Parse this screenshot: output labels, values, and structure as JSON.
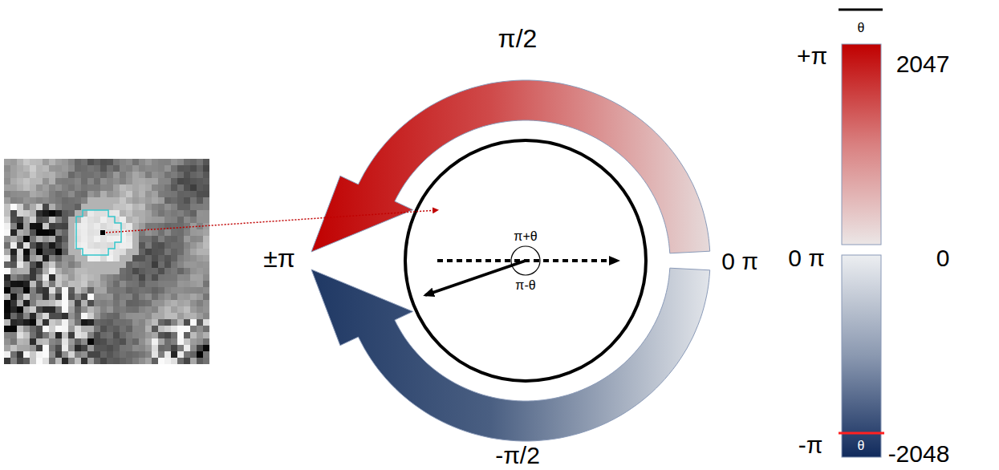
{
  "diagram": {
    "labels": [
      "π/2",
      "θ",
      "+π",
      "2047",
      "±π",
      "π+θ",
      "0 π",
      "0 π",
      "0",
      "π-θ",
      "-π",
      "θ",
      "-2048",
      "-π/2"
    ]
  }
}
